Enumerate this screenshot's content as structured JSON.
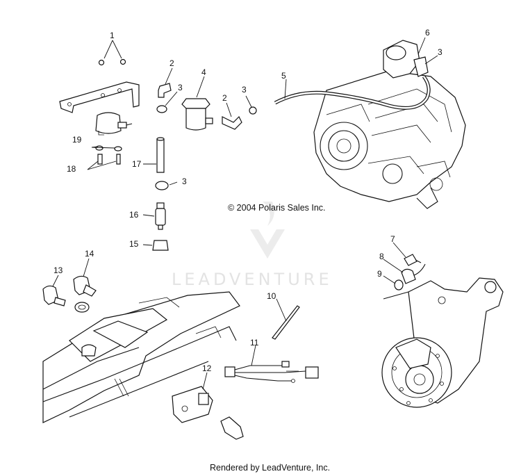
{
  "copyright": "© 2004 Polaris Sales Inc.",
  "watermark": "LEADVENTURE",
  "footer": "Rendered by LeadVenture, Inc.",
  "callouts": {
    "c1": "1",
    "c2a": "2",
    "c2b": "2",
    "c3a": "3",
    "c3b": "3",
    "c3c": "3",
    "c3d": "3",
    "c4": "4",
    "c5": "5",
    "c6": "6",
    "c7": "7",
    "c8": "8",
    "c9": "9",
    "c10": "10",
    "c11": "11",
    "c12": "12",
    "c13": "13",
    "c14": "14",
    "c15": "15",
    "c16": "16",
    "c17": "17",
    "c18": "18",
    "c19": "19"
  }
}
